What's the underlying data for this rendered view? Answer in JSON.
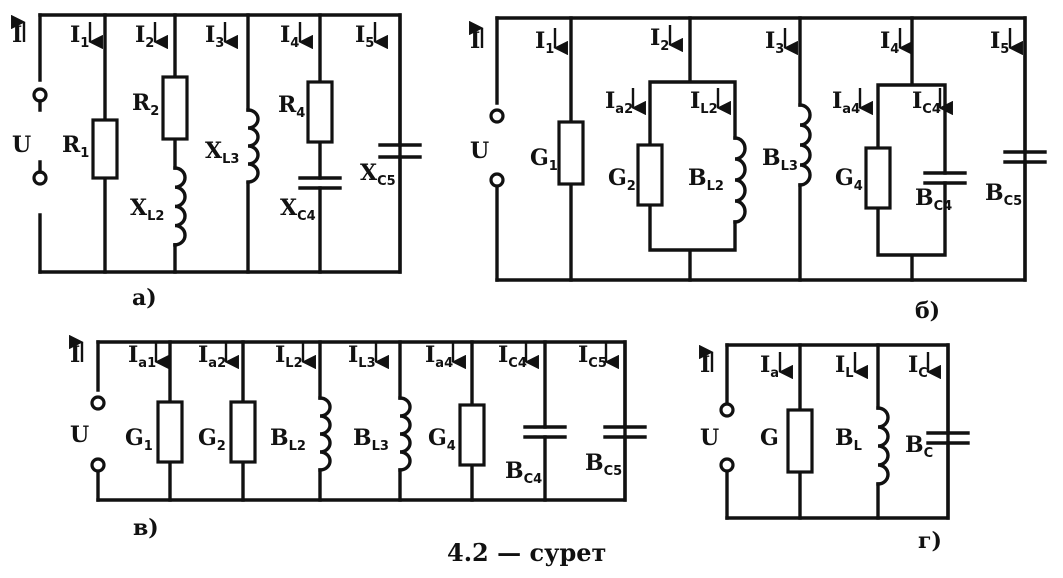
{
  "figure": {
    "caption": "4.2 — сурет",
    "panels": [
      {
        "letter": "a)",
        "source": {
          "current": "I",
          "voltage": "U"
        },
        "currents": [
          {
            "main": "I",
            "sub": "1"
          },
          {
            "main": "I",
            "sub": "2"
          },
          {
            "main": "I",
            "sub": "3"
          },
          {
            "main": "I",
            "sub": "4"
          },
          {
            "main": "I",
            "sub": "5"
          }
        ],
        "elements": [
          {
            "main": "R",
            "sub": "1"
          },
          {
            "main": "R",
            "sub": "2"
          },
          {
            "main": "X",
            "sub": "L2"
          },
          {
            "main": "X",
            "sub": "L3"
          },
          {
            "main": "R",
            "sub": "4"
          },
          {
            "main": "X",
            "sub": "C4"
          },
          {
            "main": "X",
            "sub": "C5"
          }
        ]
      },
      {
        "letter": "б)",
        "source": {
          "current": "I",
          "voltage": "U"
        },
        "currents": [
          {
            "main": "I",
            "sub": "1"
          },
          {
            "main": "I",
            "sub": "2"
          },
          {
            "main": "I",
            "sub": "3"
          },
          {
            "main": "I",
            "sub": "4"
          },
          {
            "main": "I",
            "sub": "5"
          },
          {
            "main": "I",
            "sub": "a2"
          },
          {
            "main": "I",
            "sub": "L2"
          },
          {
            "main": "I",
            "sub": "a4"
          },
          {
            "main": "I",
            "sub": "C4"
          }
        ],
        "elements": [
          {
            "main": "G",
            "sub": "1"
          },
          {
            "main": "G",
            "sub": "2"
          },
          {
            "main": "B",
            "sub": "L2"
          },
          {
            "main": "B",
            "sub": "L3"
          },
          {
            "main": "G",
            "sub": "4"
          },
          {
            "main": "B",
            "sub": "C4"
          },
          {
            "main": "B",
            "sub": "C5"
          }
        ]
      },
      {
        "letter": "в)",
        "source": {
          "current": "I",
          "voltage": "U"
        },
        "currents": [
          {
            "main": "I",
            "sub": "a1"
          },
          {
            "main": "I",
            "sub": "a2"
          },
          {
            "main": "I",
            "sub": "L2"
          },
          {
            "main": "I",
            "sub": "L3"
          },
          {
            "main": "I",
            "sub": "a4"
          },
          {
            "main": "I",
            "sub": "C4"
          },
          {
            "main": "I",
            "sub": "C5"
          }
        ],
        "elements": [
          {
            "main": "G",
            "sub": "1"
          },
          {
            "main": "G",
            "sub": "2"
          },
          {
            "main": "B",
            "sub": "L2"
          },
          {
            "main": "B",
            "sub": "L3"
          },
          {
            "main": "G",
            "sub": "4"
          },
          {
            "main": "B",
            "sub": "C4"
          },
          {
            "main": "B",
            "sub": "C5"
          }
        ]
      },
      {
        "letter": "г)",
        "source": {
          "current": "I",
          "voltage": "U"
        },
        "currents": [
          {
            "main": "I",
            "sub": "a"
          },
          {
            "main": "I",
            "sub": "L"
          },
          {
            "main": "I",
            "sub": "C"
          }
        ],
        "elements": [
          {
            "main": "G",
            "sub": ""
          },
          {
            "main": "B",
            "sub": "L"
          },
          {
            "main": "B",
            "sub": "C"
          }
        ]
      }
    ]
  }
}
